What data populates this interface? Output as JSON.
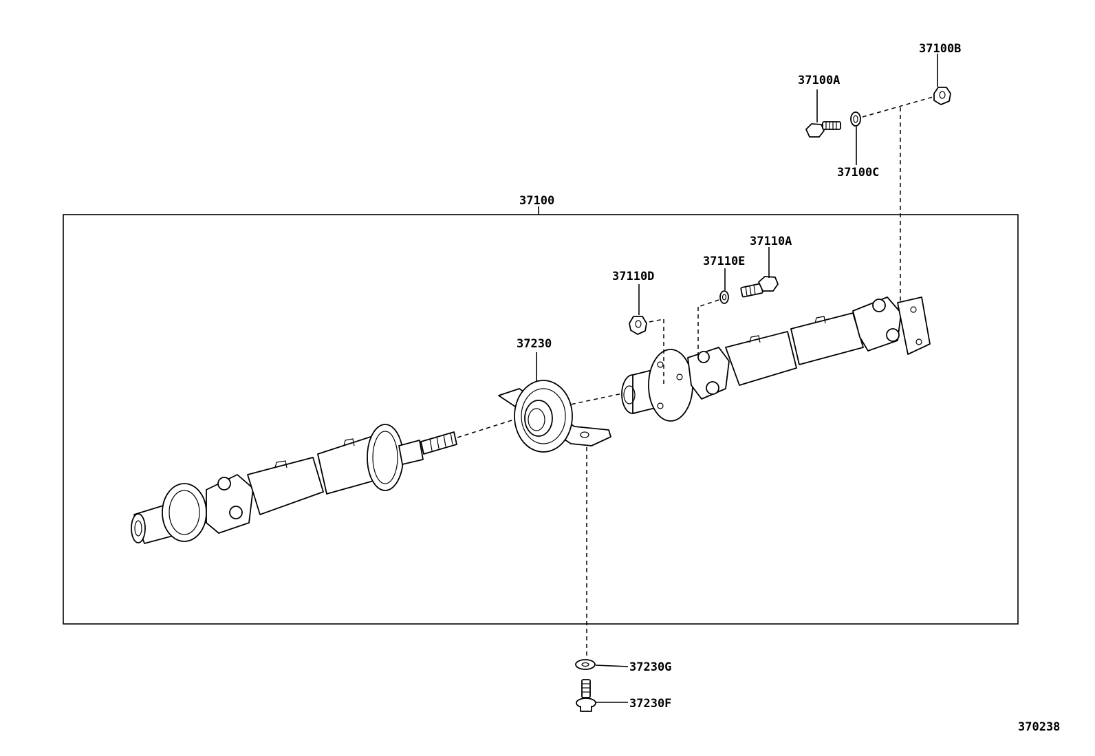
{
  "diagram": {
    "assembly": {
      "number": "37100"
    },
    "parts": {
      "p37100A": "37100A",
      "p37100B": "37100B",
      "p37100C": "37100C",
      "p37110A": "37110A",
      "p37110D": "37110D",
      "p37110E": "37110E",
      "p37230": "37230",
      "p37230F": "37230F",
      "p37230G": "37230G"
    },
    "figure_code": "370238"
  }
}
